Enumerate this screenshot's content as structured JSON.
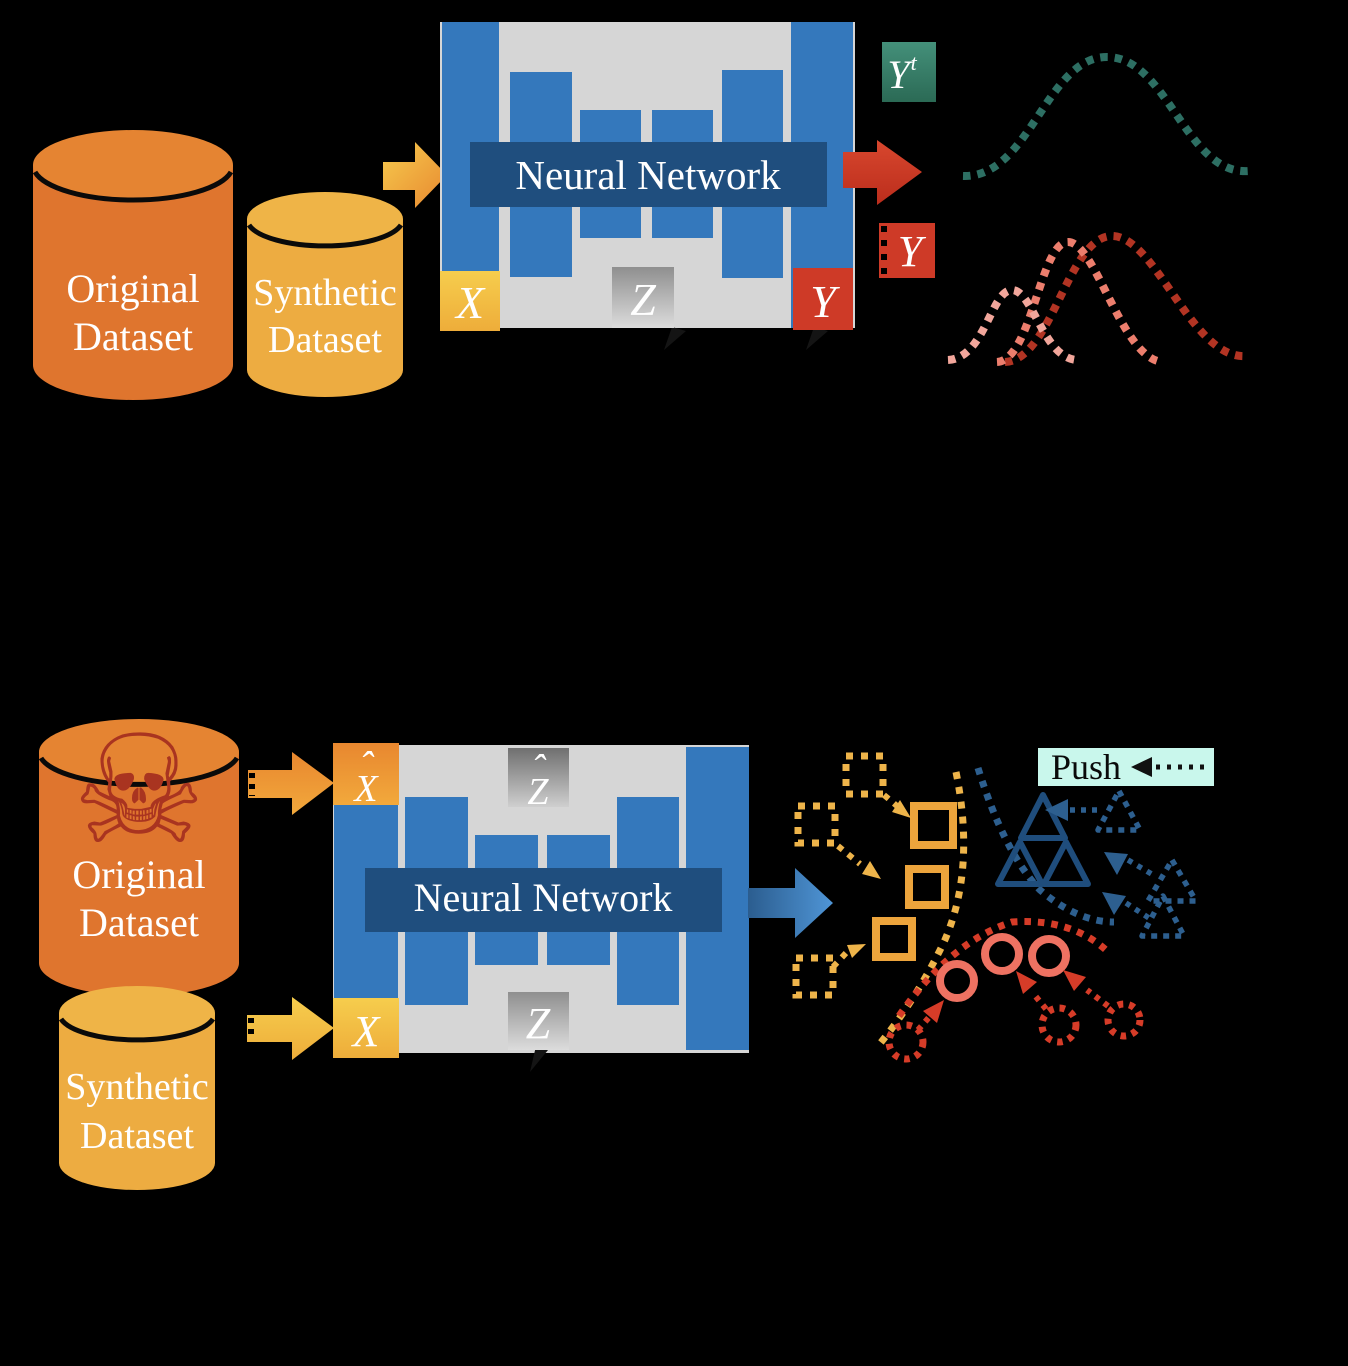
{
  "top": {
    "original": {
      "line1": "Original",
      "line2": "Dataset"
    },
    "synthetic": {
      "line1": "Synthetic",
      "line2": "Dataset"
    },
    "network": "Neural Network",
    "badge_x": "X",
    "badge_z": "Z",
    "badge_y": "Y",
    "out_y_true": "Y",
    "out_y_true_sup": "t",
    "out_y": "Y"
  },
  "bottom": {
    "original": {
      "line1": "Original",
      "line2": "Dataset"
    },
    "synthetic": {
      "line1": "Synthetic",
      "line2": "Dataset"
    },
    "network": "Neural Network",
    "badge_x_hat": "X",
    "badge_z_hat": "Z",
    "badge_x": "X",
    "badge_z": "Z",
    "hat": "ˆ",
    "push": "Push",
    "skull_icon": "☠"
  },
  "colors": {
    "orange_cylinder": "#df752e",
    "yellow_cylinder": "#edac41",
    "panel_gray": "#d6d6d6",
    "bar_blue": "#3478bc",
    "band_blue": "#1f4e7e",
    "red_badge": "#ce3a27",
    "teal_curve": "#2d6f63",
    "salmon_curve": "#ec7e6d",
    "pink_curve": "#f2a69b",
    "dark_red_curve": "#b23423",
    "gold_square": "#eca43c",
    "navy_triangle": "#1f4d7c",
    "steel_dotted": "#2d5f8f",
    "dotted_red": "#d63c28",
    "solid_circle_red": "#ee7262",
    "push_bg": "#c9f7ec",
    "skull_red": "#a93420"
  }
}
